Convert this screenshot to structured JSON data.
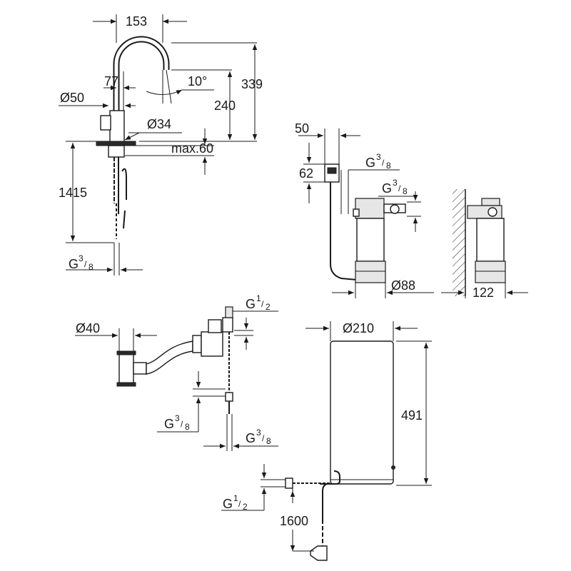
{
  "dimensions": {
    "tap_reach": "153",
    "tap_spout_offset": "77",
    "spout_angle": "10°",
    "tap_height": "339",
    "spout_height": "240",
    "tap_base_diameter": "Ø50",
    "hole_diameter": "Ø34",
    "max_deck_thickness": "max.60",
    "hose_length_tap": "1415",
    "thread_tap": {
      "main": "G",
      "num": "3",
      "den": "8"
    },
    "filter_head_width": "50",
    "filter_head_height": "62",
    "thread_filter_top": {
      "main": "G",
      "num": "3",
      "den": "8"
    },
    "thread_filter_side": {
      "main": "G",
      "num": "3",
      "den": "8"
    },
    "filter_diameter": "Ø88",
    "filter_side_depth": "122",
    "tee_diameter": "Ø40",
    "thread_valve_top": {
      "main": "G",
      "num": "1",
      "den": "2"
    },
    "thread_valve_left": {
      "main": "G",
      "num": "3",
      "den": "8"
    },
    "thread_valve_bottom": {
      "main": "G",
      "num": "3",
      "den": "8"
    },
    "boiler_diameter": "Ø210",
    "boiler_height": "491",
    "thread_boiler": {
      "main": "G",
      "num": "1",
      "den": "2"
    },
    "cable_length": "1600"
  }
}
